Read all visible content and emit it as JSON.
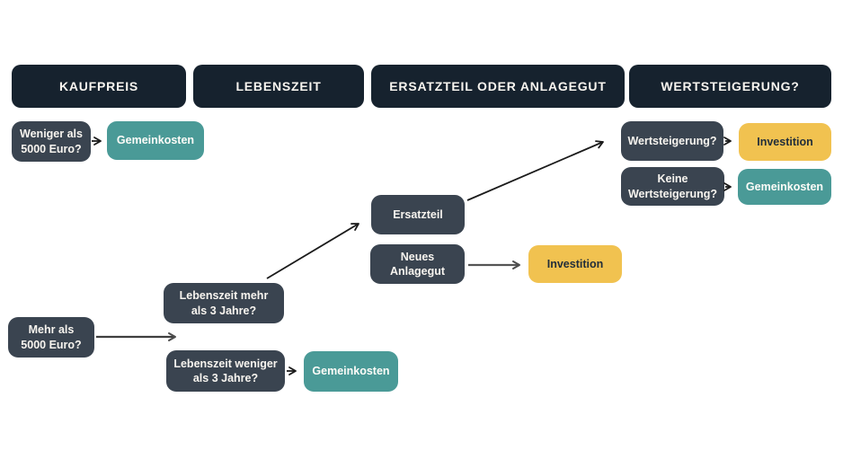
{
  "palette": {
    "header_bg": "#16222e",
    "decision_bg": "#3a4450",
    "overhead_bg": "#4a9a97",
    "investment_bg": "#f1c250",
    "light_text": "#f7f4ef",
    "dark_text": "#222e3a",
    "arrow_dark": "#1b1b1b",
    "arrow_gray": "#4d4d4d",
    "background": "#ffffff"
  },
  "headers": {
    "kaufpreis": {
      "label": "KAUFPREIS"
    },
    "lebenszeit": {
      "label": "LEBENSZEIT"
    },
    "ersatzteil_oder_anlagegut": {
      "label": "ERSATZTEIL ODER ANLAGEGUT"
    },
    "wertsteigerung": {
      "label": "WERTSTEIGERUNG?"
    }
  },
  "nodes": {
    "weniger_als_5000": {
      "label": "Weniger als\n5000 Euro?",
      "type": "decision"
    },
    "gemeinkosten_kaufpreis": {
      "label": "Gemeinkosten",
      "type": "overhead"
    },
    "mehr_als_5000": {
      "label": "Mehr als\n5000 Euro?",
      "type": "decision"
    },
    "lebenszeit_mehr": {
      "label": "Lebenszeit mehr\nals 3 Jahre?",
      "type": "decision"
    },
    "lebenszeit_weniger": {
      "label": "Lebenszeit weniger\nals 3 Jahre?",
      "type": "decision"
    },
    "gemeinkosten_lebenszeit": {
      "label": "Gemeinkosten",
      "type": "overhead"
    },
    "ersatzteil": {
      "label": "Ersatzteil",
      "type": "decision"
    },
    "neues_anlagegut": {
      "label": "Neues\nAnlagegut",
      "type": "decision"
    },
    "investition_anlagegut": {
      "label": "Investition",
      "type": "investment"
    },
    "wertsteigerung_ja": {
      "label": "Wertsteigerung?",
      "type": "decision"
    },
    "keine_wertsteigerung": {
      "label": "Keine\nWertsteigerung?",
      "type": "decision"
    },
    "investition_wertsteigerung": {
      "label": "Investition",
      "type": "investment"
    },
    "gemeinkosten_wertsteigerung": {
      "label": "Gemeinkosten",
      "type": "overhead"
    }
  },
  "edges": [
    {
      "from": "weniger_als_5000",
      "to": "gemeinkosten_kaufpreis"
    },
    {
      "from": "mehr_als_5000",
      "to": "lebenszeit_mehr"
    },
    {
      "from": "mehr_als_5000",
      "to": "lebenszeit_weniger"
    },
    {
      "from": "lebenszeit_mehr",
      "to": "ersatzteil"
    },
    {
      "from": "lebenszeit_weniger",
      "to": "gemeinkosten_lebenszeit"
    },
    {
      "from": "ersatzteil",
      "to": "wertsteigerung_ja"
    },
    {
      "from": "neues_anlagegut",
      "to": "investition_anlagegut"
    },
    {
      "from": "wertsteigerung_ja",
      "to": "investition_wertsteigerung"
    },
    {
      "from": "keine_wertsteigerung",
      "to": "gemeinkosten_wertsteigerung"
    }
  ]
}
